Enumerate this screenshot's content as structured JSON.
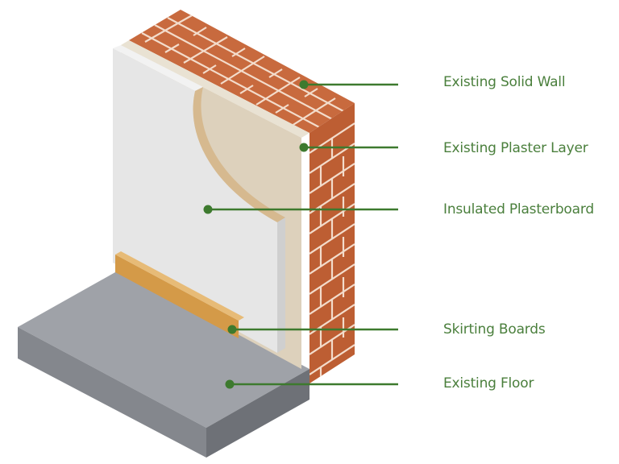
{
  "colors": {
    "label_text": "#4a7f3c",
    "leader": "#3d7a2e",
    "brick": "#c86a3e",
    "mortar": "#f3dccb",
    "plaster": "#ddd1bc",
    "board": "#e6e6e6",
    "skirting": "#d49a48",
    "floor": "#9fa2a8"
  },
  "labels": {
    "solid_wall": "Existing Solid Wall",
    "plaster_layer": "Existing Plaster Layer",
    "insulated_plasterboard": "Insulated Plasterboard",
    "skirting_boards": "Skirting Boards",
    "existing_floor": "Existing Floor"
  }
}
